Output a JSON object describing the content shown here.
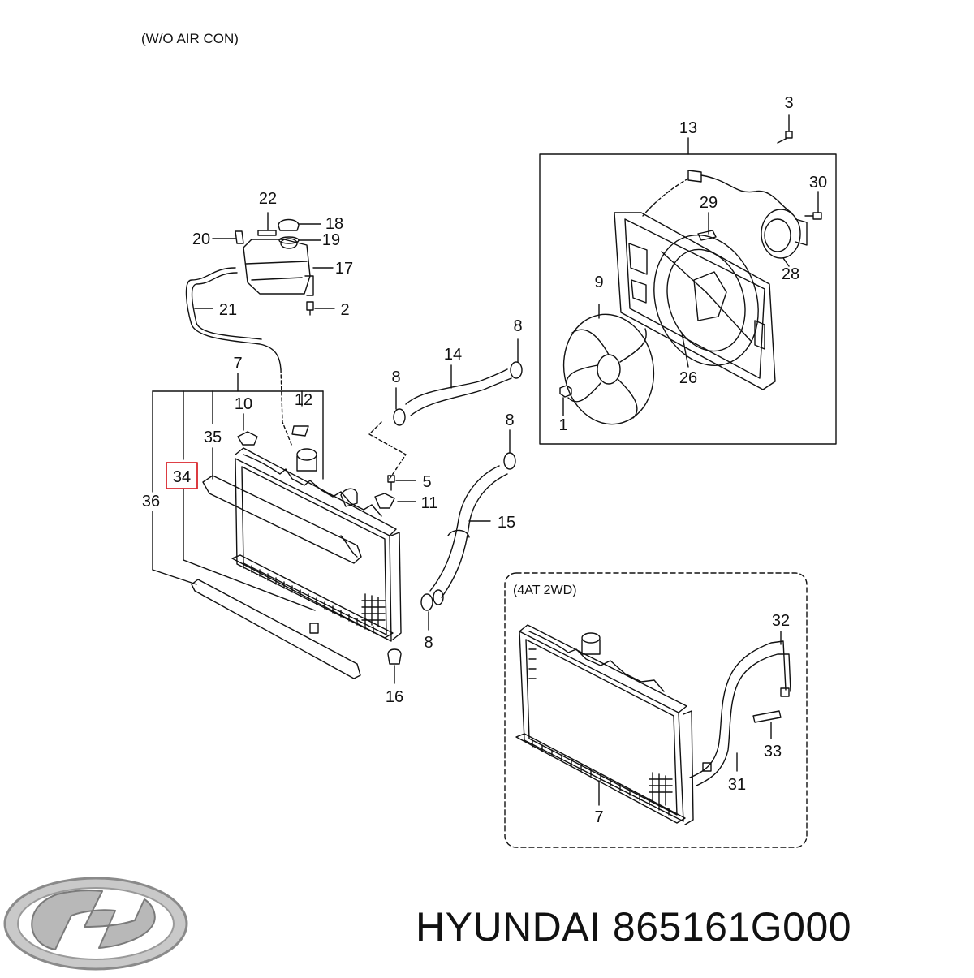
{
  "diagram": {
    "note": "(W/O AIR CON)",
    "inset_label": "(4AT 2WD)",
    "highlighted_part": "34",
    "highlight_color": "#d9262c",
    "line_color": "#111111",
    "part_labels": {
      "p1": "1",
      "p2": "2",
      "p3": "3",
      "p5": "5",
      "p7a": "7",
      "p7b": "7",
      "p8a": "8",
      "p8b": "8",
      "p8c": "8",
      "p8d": "8",
      "p9": "9",
      "p10": "10",
      "p11": "11",
      "p12": "12",
      "p13": "13",
      "p14": "14",
      "p15": "15",
      "p16": "16",
      "p17": "17",
      "p18": "18",
      "p19": "19",
      "p20": "20",
      "p21": "21",
      "p22": "22",
      "p26": "26",
      "p28": "28",
      "p29": "29",
      "p30": "30",
      "p31": "31",
      "p32": "32",
      "p33": "33",
      "p34": "34",
      "p35": "35",
      "p36": "36"
    }
  },
  "footer": {
    "logo": "hyundai-logo-icon",
    "text": "HYUNDAI 865161G000"
  }
}
